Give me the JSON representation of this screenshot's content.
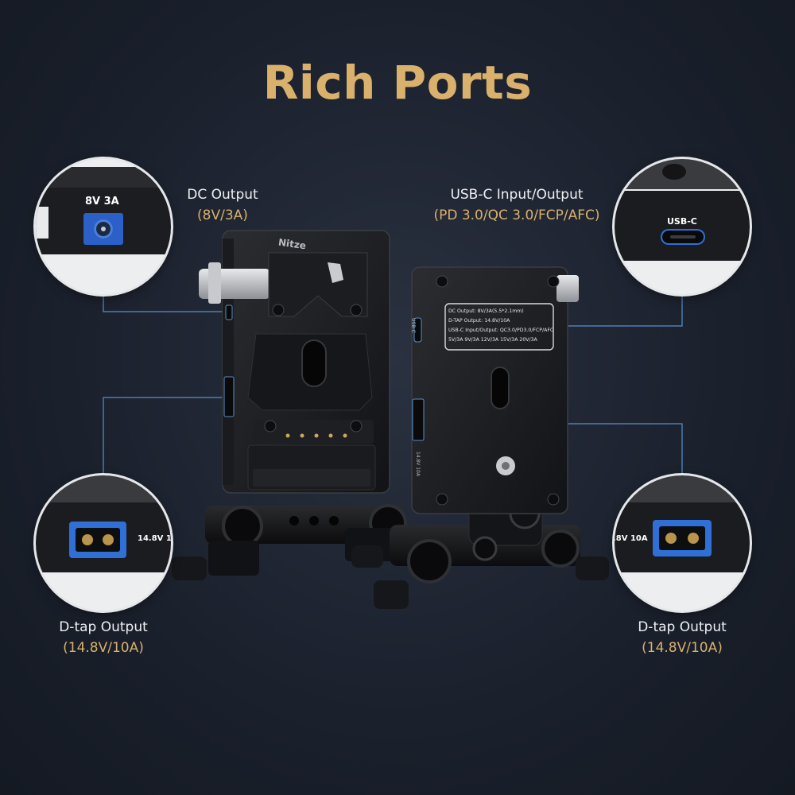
{
  "title": "Rich Ports",
  "colors": {
    "accent_gold": "#d9b06c",
    "label_white": "#eef0f3",
    "connector_line": "#5a8fc9",
    "port_blue": "#2f6fd6",
    "background": "#1b212d"
  },
  "labels": {
    "dc": {
      "main": "DC Output",
      "sub": "(8V/3A)"
    },
    "usbc": {
      "main": "USB-C Input/Output",
      "sub": "(PD 3.0/QC 3.0/FCP/AFC)"
    },
    "dtap_left": {
      "main": "D-tap Output",
      "sub": "(14.8V/10A)"
    },
    "dtap_right": {
      "main": "D-tap Output",
      "sub": "(14.8V/10A)"
    }
  },
  "callouts": {
    "dc": {
      "text": "8V 3A",
      "icon": "dc-barrel-jack-icon"
    },
    "usbc": {
      "text": "USB-C",
      "icon": "usb-c-port-icon"
    },
    "dtap_left": {
      "text": "14.8V 1",
      "icon": "d-tap-port-icon"
    },
    "dtap_right": {
      "text": ".8V 10A",
      "icon": "d-tap-port-icon"
    }
  },
  "device": {
    "brand": "Nitze",
    "side_labels": {
      "usbc": "USB-C",
      "dtap": "14.8V 10A"
    },
    "spec_plate": [
      "DC Output: 8V/3A(5.5*2.1mm)",
      "D-TAP Output: 14.8V/10A",
      "USB-C Input/Output: QC3.0/PD3.0/FCP/AFC",
      "5V/3A  9V/3A  12V/3A  15V/3A  20V/3A"
    ]
  }
}
